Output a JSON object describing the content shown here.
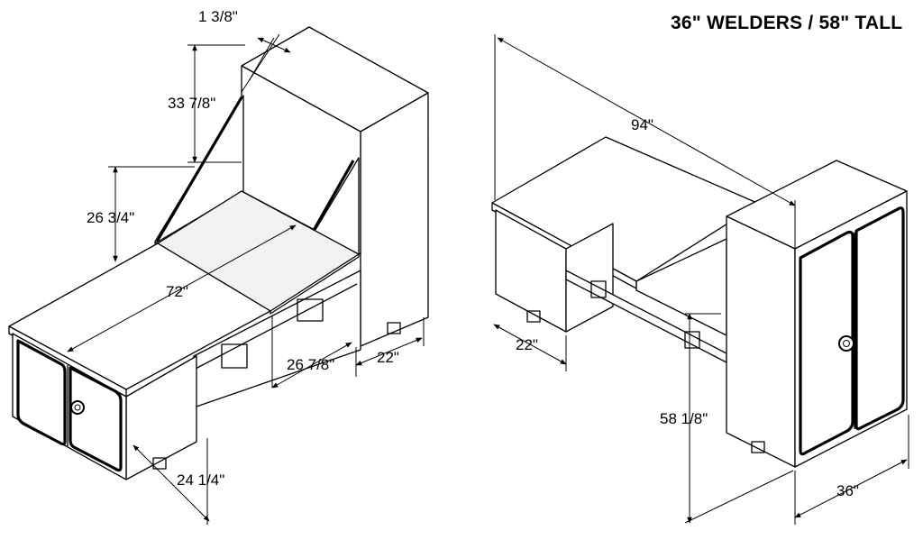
{
  "title": "36\" WELDERS / 58\" TALL",
  "left_view": {
    "dim_shelf_thickness": "1 3/8\"",
    "dim_upper_height": "33 7/8\"",
    "dim_lower_height": "26 3/4\"",
    "dim_length": "72\"",
    "dim_depth_inner": "26 7/8\"",
    "dim_depth": "22\"",
    "dim_base_height": "24 1/4\""
  },
  "right_view": {
    "dim_length": "94\"",
    "dim_depth": "22\"",
    "dim_height": "58 1/8\"",
    "dim_width": "36\""
  }
}
